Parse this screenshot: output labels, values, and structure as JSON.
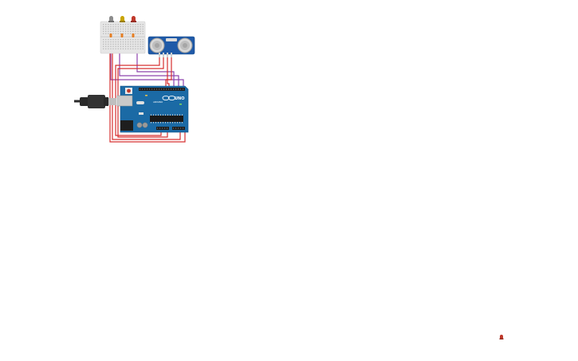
{
  "workspace": {
    "background": "#ffffff"
  },
  "components": {
    "breadboard": {
      "kind": "mini breadboard",
      "color": "#e6e6e6"
    },
    "leds": [
      {
        "color_name": "grey",
        "color": "#8c8c8c"
      },
      {
        "color_name": "yellow",
        "color": "#c8a400"
      },
      {
        "color_name": "red",
        "color": "#c0392b"
      }
    ],
    "resistors": [
      {
        "color": "#e67e22"
      },
      {
        "color": "#e67e22"
      },
      {
        "color": "#e67e22"
      }
    ],
    "ultrasonic_sensor": {
      "kind": "ultrasonic distance sensor",
      "color": "#1f5aa8"
    },
    "arduino": {
      "kind": "Arduino Uno",
      "color": "#1b6aa5",
      "board_label": "UNO",
      "brand_label": "ARDUINO"
    },
    "usb_cable": {
      "color": "#2b2b2b"
    },
    "stray_led": {
      "color": "#c0392b"
    }
  },
  "wires": {
    "purple": "#8e44ad",
    "red": "#d63030"
  }
}
